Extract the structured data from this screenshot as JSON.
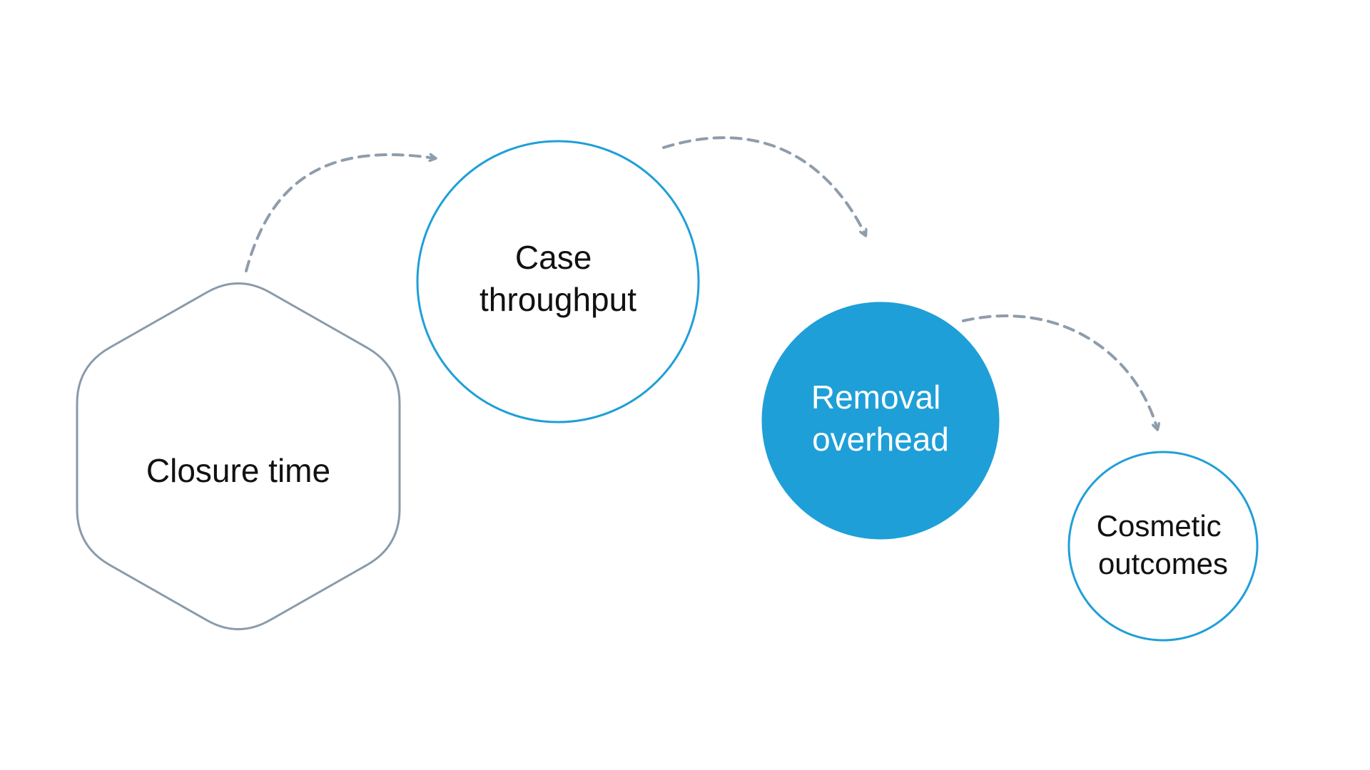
{
  "diagram": {
    "nodes": [
      {
        "id": "closure",
        "shape": "hexagon",
        "style": "outline-gray",
        "lines": [
          "Closure time"
        ]
      },
      {
        "id": "throughput",
        "shape": "circle",
        "style": "outline-blue",
        "lines": [
          "Case",
          "throughput"
        ]
      },
      {
        "id": "removal",
        "shape": "circle",
        "style": "filled-blue",
        "lines": [
          "Removal",
          "overhead"
        ]
      },
      {
        "id": "cosmetic",
        "shape": "circle",
        "style": "outline-blue",
        "lines": [
          "Cosmetic",
          "outcomes"
        ]
      }
    ],
    "edges": [
      {
        "from": "closure",
        "to": "throughput",
        "style": "dashed"
      },
      {
        "from": "throughput",
        "to": "removal",
        "style": "dashed"
      },
      {
        "from": "removal",
        "to": "cosmetic",
        "style": "dashed"
      }
    ]
  },
  "colors": {
    "blue": "#1f9fd8",
    "gray_stroke": "#8a9aaa",
    "arrow": "#8e9dac",
    "text_dark": "#111111",
    "text_light": "#ffffff",
    "background": "#ffffff"
  }
}
